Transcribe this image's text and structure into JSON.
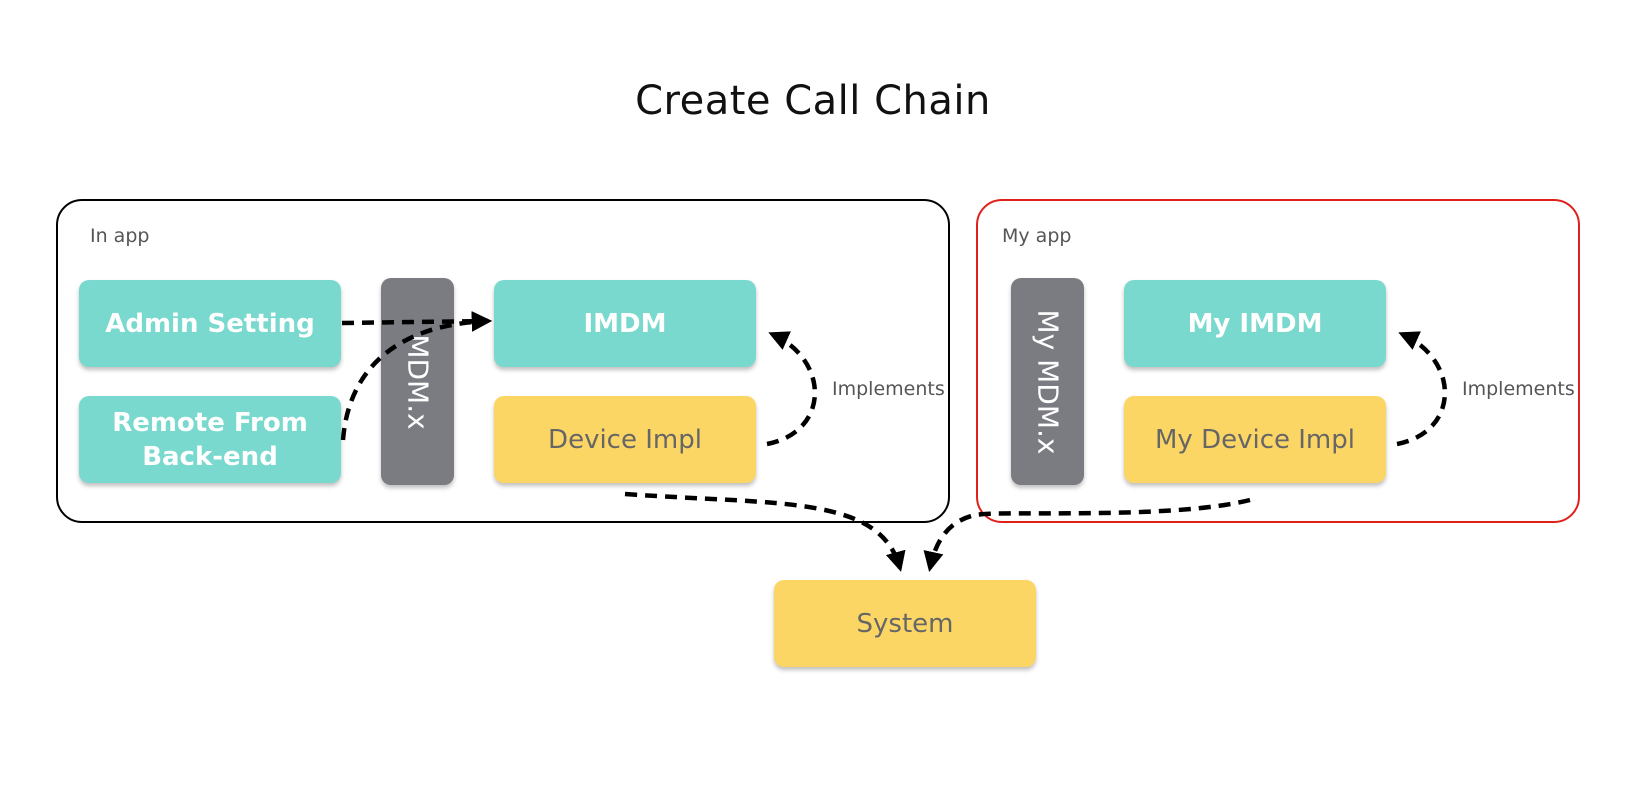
{
  "diagram": {
    "title": "Create Call Chain",
    "groups": {
      "in_app": {
        "label": "In app"
      },
      "my_app": {
        "label": "My app",
        "border_color": "#e0211b"
      }
    },
    "nodes": {
      "admin_setting": "Admin Setting",
      "remote_backend": "Remote From Back-end",
      "mdm_x": "MDM.x",
      "imdm": "IMDM",
      "device_impl": "Device Impl",
      "my_mdm_x": "My MDM.x",
      "my_imdm": "My IMDM",
      "my_device_impl": "My Device Impl",
      "system": "System"
    },
    "edge_labels": {
      "implements_in": "Implements",
      "implements_my": "Implements"
    },
    "colors": {
      "teal": "#79d9ce",
      "yellow": "#fcd665",
      "gray": "#7b7c82"
    }
  }
}
